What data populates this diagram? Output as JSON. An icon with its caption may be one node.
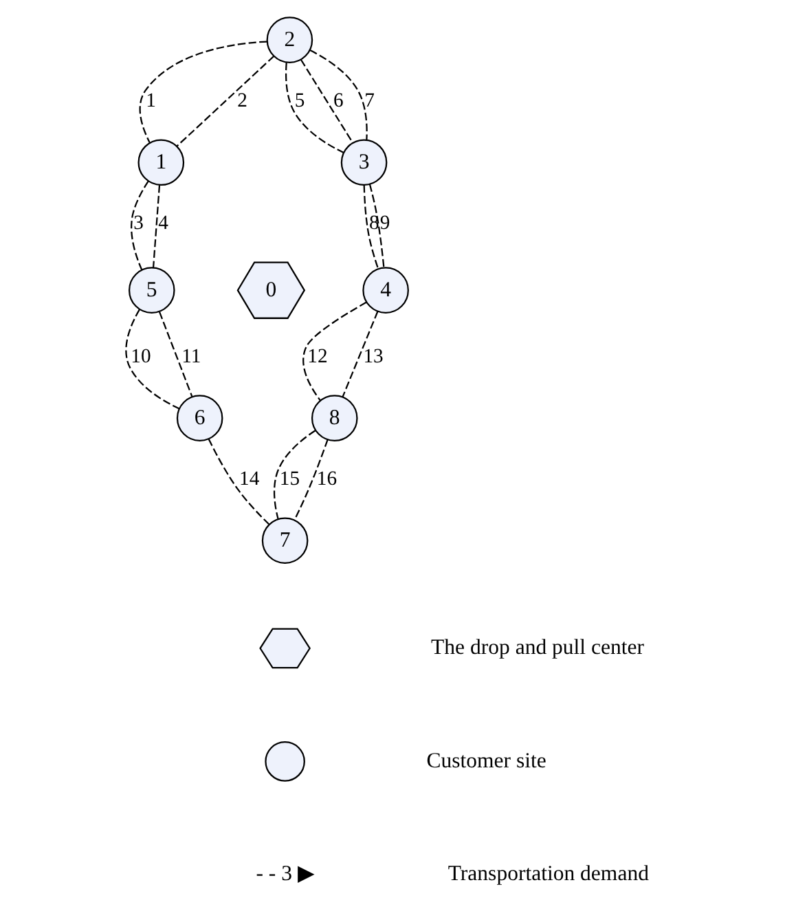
{
  "diagram": {
    "nodes": [
      {
        "text": [
          "0"
        ]
      },
      {
        "text": [
          "1"
        ]
      },
      {
        "text": [
          "2"
        ]
      },
      {
        "text": [
          "3"
        ]
      },
      {
        "text": [
          "4"
        ]
      },
      {
        "text": [
          "5"
        ]
      },
      {
        "text": [
          "6"
        ]
      },
      {
        "text": [
          "7"
        ]
      },
      {
        "text": [
          "8"
        ]
      },
      {
        "text": [],
        "shape": "hexagon"
      },
      {
        "text": [],
        "shape": "circle"
      }
    ],
    "edges": [
      {
        "from": 2,
        "to": 1,
        "arrow": "none",
        "label": "1",
        "style": "dashed"
      },
      {
        "from": 2,
        "to": 1,
        "arrow": "none",
        "label": "2",
        "style": "dashed"
      },
      {
        "from": 1,
        "to": 5,
        "arrow": "none",
        "label": "3",
        "style": "dashed"
      },
      {
        "from": 1,
        "to": 5,
        "arrow": "none",
        "label": "4",
        "style": "dashed"
      },
      {
        "from": 2,
        "to": 3,
        "arrow": "none",
        "label": "5",
        "style": "dashed"
      },
      {
        "from": 2,
        "to": 3,
        "arrow": "none",
        "label": "6",
        "style": "dashed"
      },
      {
        "from": 2,
        "to": 3,
        "arrow": "none",
        "label": "7",
        "style": "dashed"
      },
      {
        "from": 3,
        "to": 4,
        "arrow": "none",
        "label": "8",
        "style": "dashed"
      },
      {
        "from": 3,
        "to": 4,
        "arrow": "none",
        "label": "9",
        "style": "dashed"
      },
      {
        "from": 5,
        "to": 6,
        "arrow": "none",
        "label": "10",
        "style": "dashed"
      },
      {
        "from": 5,
        "to": 6,
        "arrow": "none",
        "label": "11",
        "style": "dashed"
      },
      {
        "from": 4,
        "to": 8,
        "arrow": "none",
        "label": "12",
        "style": "dashed"
      },
      {
        "from": 4,
        "to": 8,
        "arrow": "none",
        "label": "13",
        "style": "dashed"
      },
      {
        "from": 6,
        "to": 7,
        "arrow": "none",
        "label": "14",
        "style": "dashed"
      },
      {
        "from": 8,
        "to": 7,
        "arrow": "none",
        "label": "15",
        "style": "dashed"
      },
      {
        "from": 8,
        "to": 7,
        "arrow": "none",
        "label": "16",
        "style": "dashed"
      }
    ],
    "labels": [
      "- - 3 ▶"
    ],
    "legend": [
      {
        "text": "The drop and pull center"
      },
      {
        "text": "Customer site"
      },
      {
        "text": "Transportation demand"
      }
    ]
  }
}
